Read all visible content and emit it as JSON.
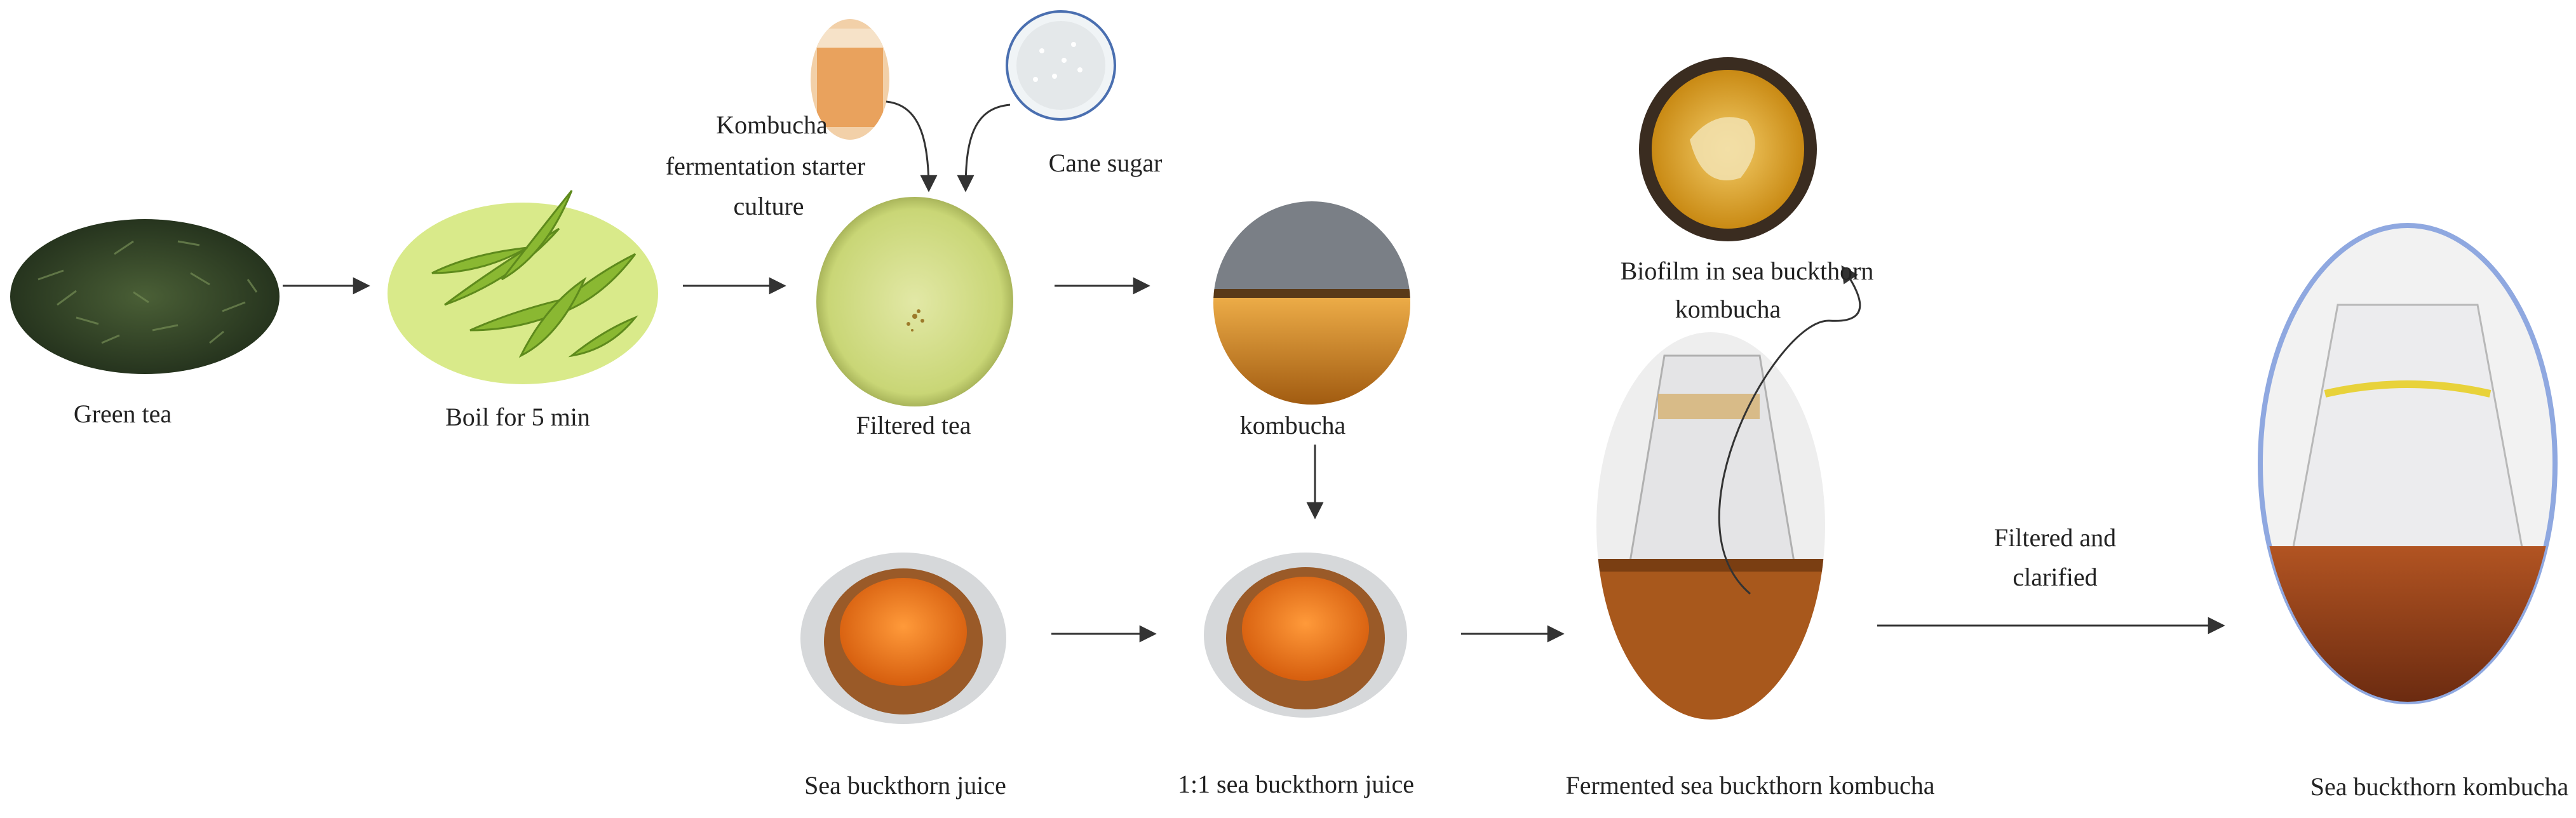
{
  "labels": {
    "green_tea": "Green tea",
    "boil": "Boil for 5 min",
    "starter_1": "Kombucha",
    "starter_2": "fermentation starter",
    "starter_3": "culture",
    "cane_sugar": "Cane sugar",
    "filtered_tea": "Filtered tea",
    "kombucha": "kombucha",
    "biofilm_1": "Biofilm in sea buckthorn",
    "biofilm_2": "kombucha",
    "sb_juice": "Sea buckthorn juice",
    "ratio_juice": "1:1 sea buckthorn juice",
    "fermented": "Fermented sea buckthorn kombucha",
    "filtered_1": "Filtered and",
    "filtered_2": "clarified",
    "final": "Sea buckthorn kombucha"
  },
  "colors": {
    "arrow": "#333333",
    "tea_leaves_dark": "#2e4226",
    "boiled_leaves": "#9bc23e",
    "leaf_bg": "#d9ea8a",
    "filtered_tea": "#d4de8a",
    "kombucha_liquid": "#c9821c",
    "orange_juice": "#f07a1e",
    "biofilm": "#e0a526",
    "flask_liquid": "#a8581c",
    "final_liquid": "#8e3a16",
    "sugar": "#f0f4f6",
    "final_border": "#8fa8e0"
  }
}
